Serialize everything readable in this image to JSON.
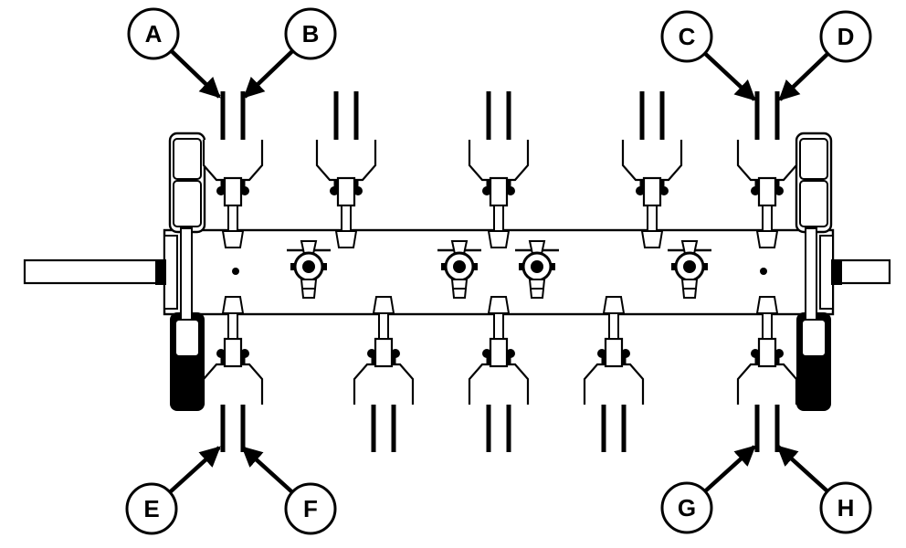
{
  "diagram": {
    "callouts": [
      {
        "id": "A",
        "label": "A"
      },
      {
        "id": "B",
        "label": "B"
      },
      {
        "id": "C",
        "label": "C"
      },
      {
        "id": "D",
        "label": "D"
      },
      {
        "id": "E",
        "label": "E"
      },
      {
        "id": "F",
        "label": "F"
      },
      {
        "id": "G",
        "label": "G"
      },
      {
        "id": "H",
        "label": "H"
      }
    ],
    "colors": {
      "ink": "#000000",
      "paper": "#ffffff"
    }
  }
}
